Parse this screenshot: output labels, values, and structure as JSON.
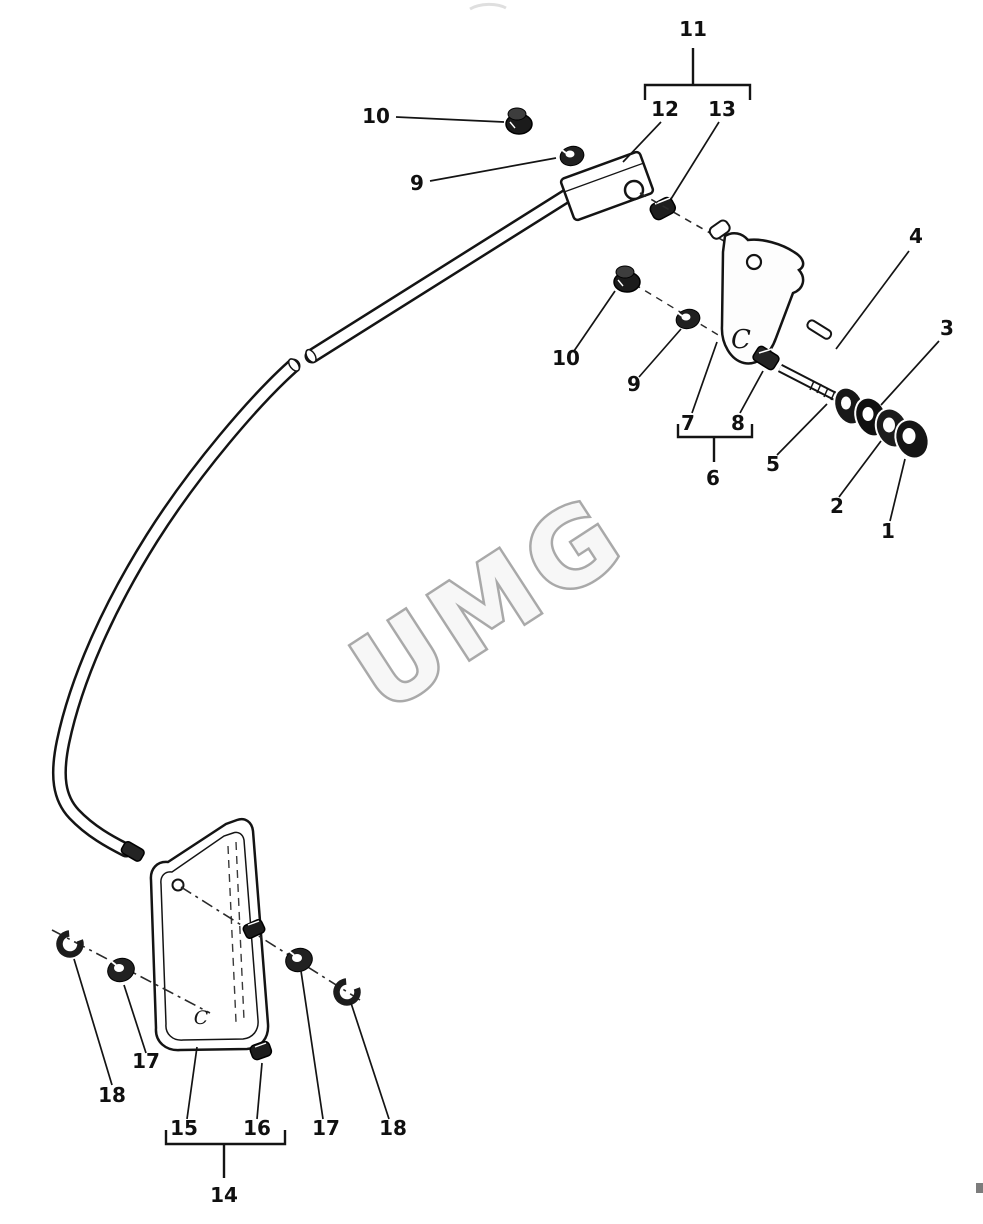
{
  "colors": {
    "ink": "#141414",
    "dark_part": "#1c1c1c",
    "watermark": "#9e9e9e",
    "background": "#ffffff"
  },
  "watermark": {
    "text": "UMG"
  },
  "part_marks": {
    "crank_letter": "C",
    "plate_letter": "C"
  },
  "callouts": {
    "n1": "1",
    "n2": "2",
    "n3": "3",
    "n4": "4",
    "n5": "5",
    "n6": "6",
    "n7": "7",
    "n8": "8",
    "n9a": "9",
    "n9b": "9",
    "n10a": "10",
    "n10b": "10",
    "n11": "11",
    "n12": "12",
    "n13": "13",
    "n14": "14",
    "n15": "15",
    "n16": "16",
    "n17a": "17",
    "n17b": "17",
    "n18a": "18",
    "n18b": "18"
  }
}
